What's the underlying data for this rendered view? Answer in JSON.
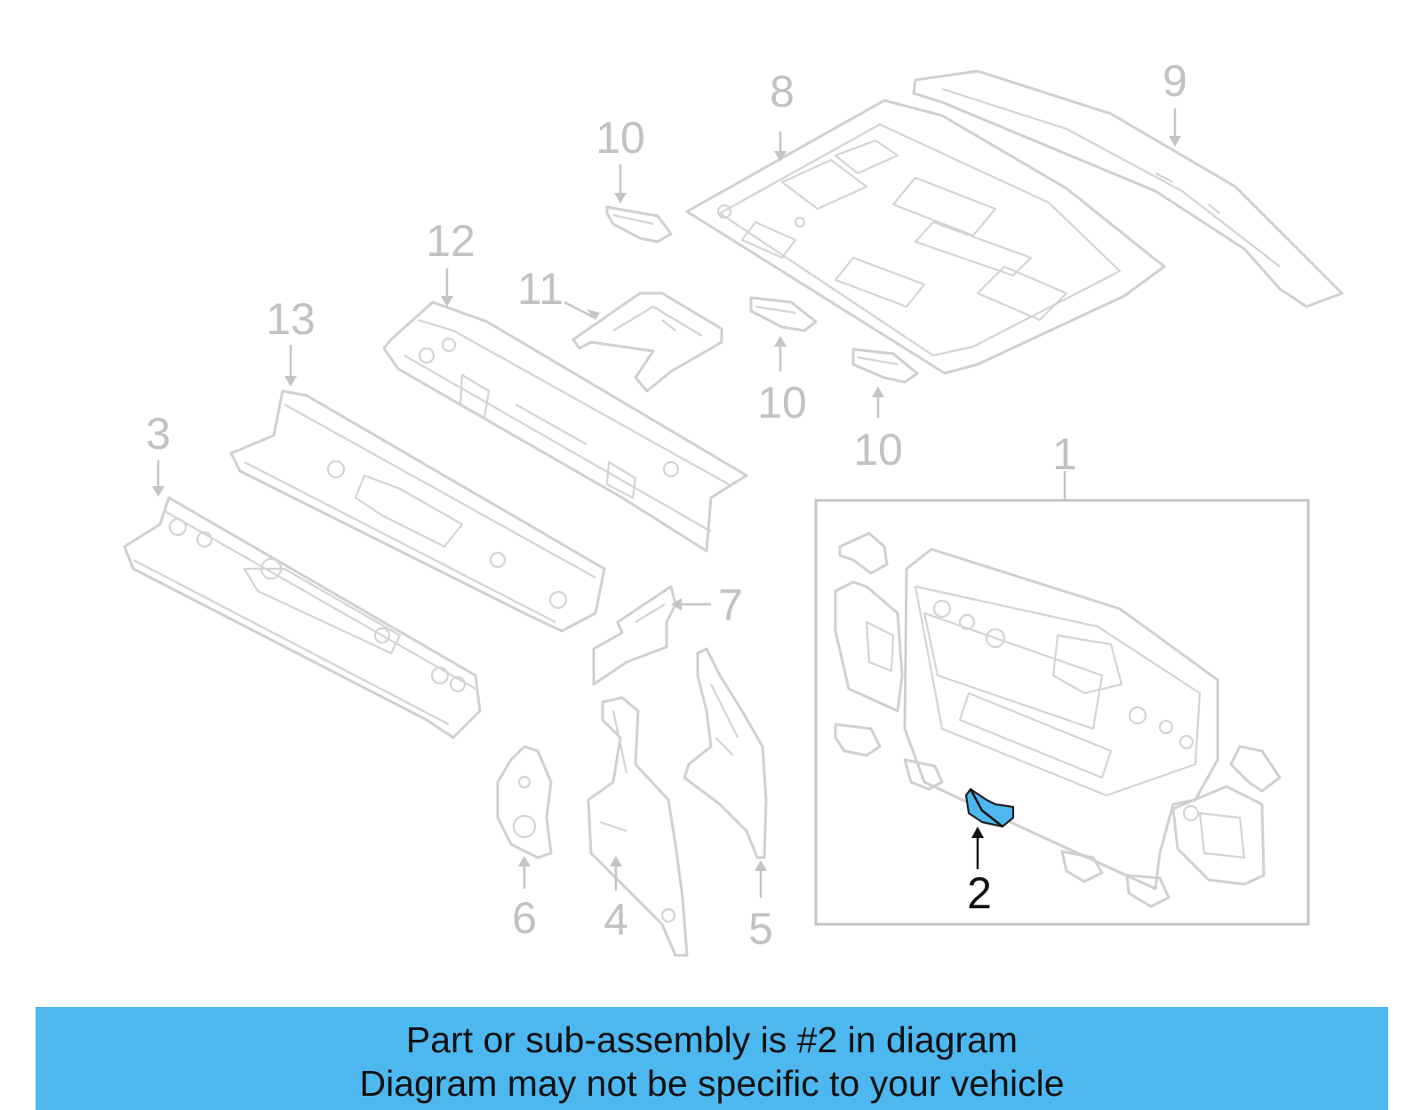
{
  "callouts": {
    "c1": "1",
    "c2": "2",
    "c3": "3",
    "c4": "4",
    "c5": "5",
    "c6": "6",
    "c7": "7",
    "c8": "8",
    "c9": "9",
    "c10a": "10",
    "c10b": "10",
    "c10c": "10",
    "c11": "11",
    "c12": "12",
    "c13": "13"
  },
  "highlighted_part": "2",
  "colors": {
    "highlight": "#4db8f0",
    "line_art": "#d0d0d0",
    "banner": "#4db8f0"
  },
  "banner": {
    "line1": "Part or sub-assembly is #2 in diagram",
    "line2": "Diagram may not be specific to your vehicle"
  }
}
